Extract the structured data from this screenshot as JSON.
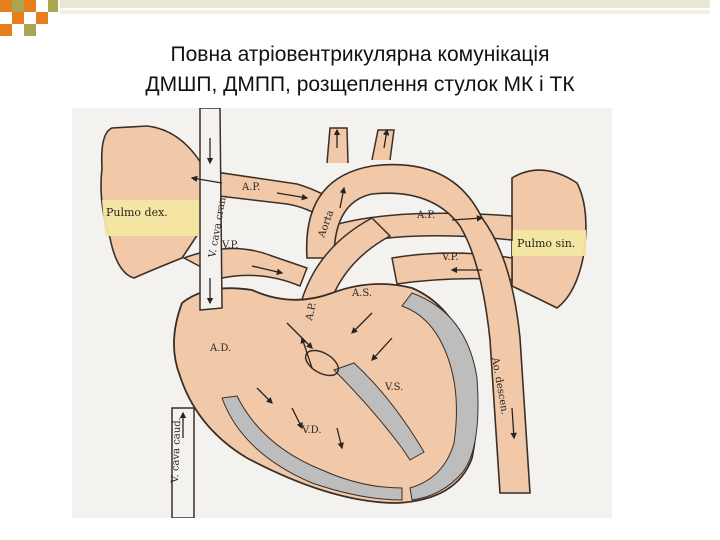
{
  "slide": {
    "title_line1": "Повна атріовентрикулярна комунікація",
    "title_line2": "ДМШП, ДМПП, розщеплення стулок МК і ТК"
  },
  "diagram": {
    "labels": {
      "pulmo_dex": "Pulmo dex.",
      "pulmo_sin": "Pulmo sin.",
      "v_cava_cran": "V. cava cran.",
      "v_cava_caud": "V. cava caud.",
      "aorta": "Aorta",
      "ap_upper": "A.P.",
      "ap_right": "A.P.",
      "ap_vertical": "A.P.",
      "vp_left": "V.P.",
      "vp_right": "V.P.",
      "as": "A.S.",
      "ad": "A.D.",
      "vs": "V.S.",
      "vd": "V.D.",
      "ao_descen": "Ao. descen."
    }
  },
  "colors": {
    "deco_orange": "#e87f1e",
    "deco_olive": "#a9a552",
    "tissue": "#f1c9a9",
    "lung": "#f4e7a2",
    "septum_gray": "#bdbdbd",
    "outline": "#3a2f28"
  }
}
